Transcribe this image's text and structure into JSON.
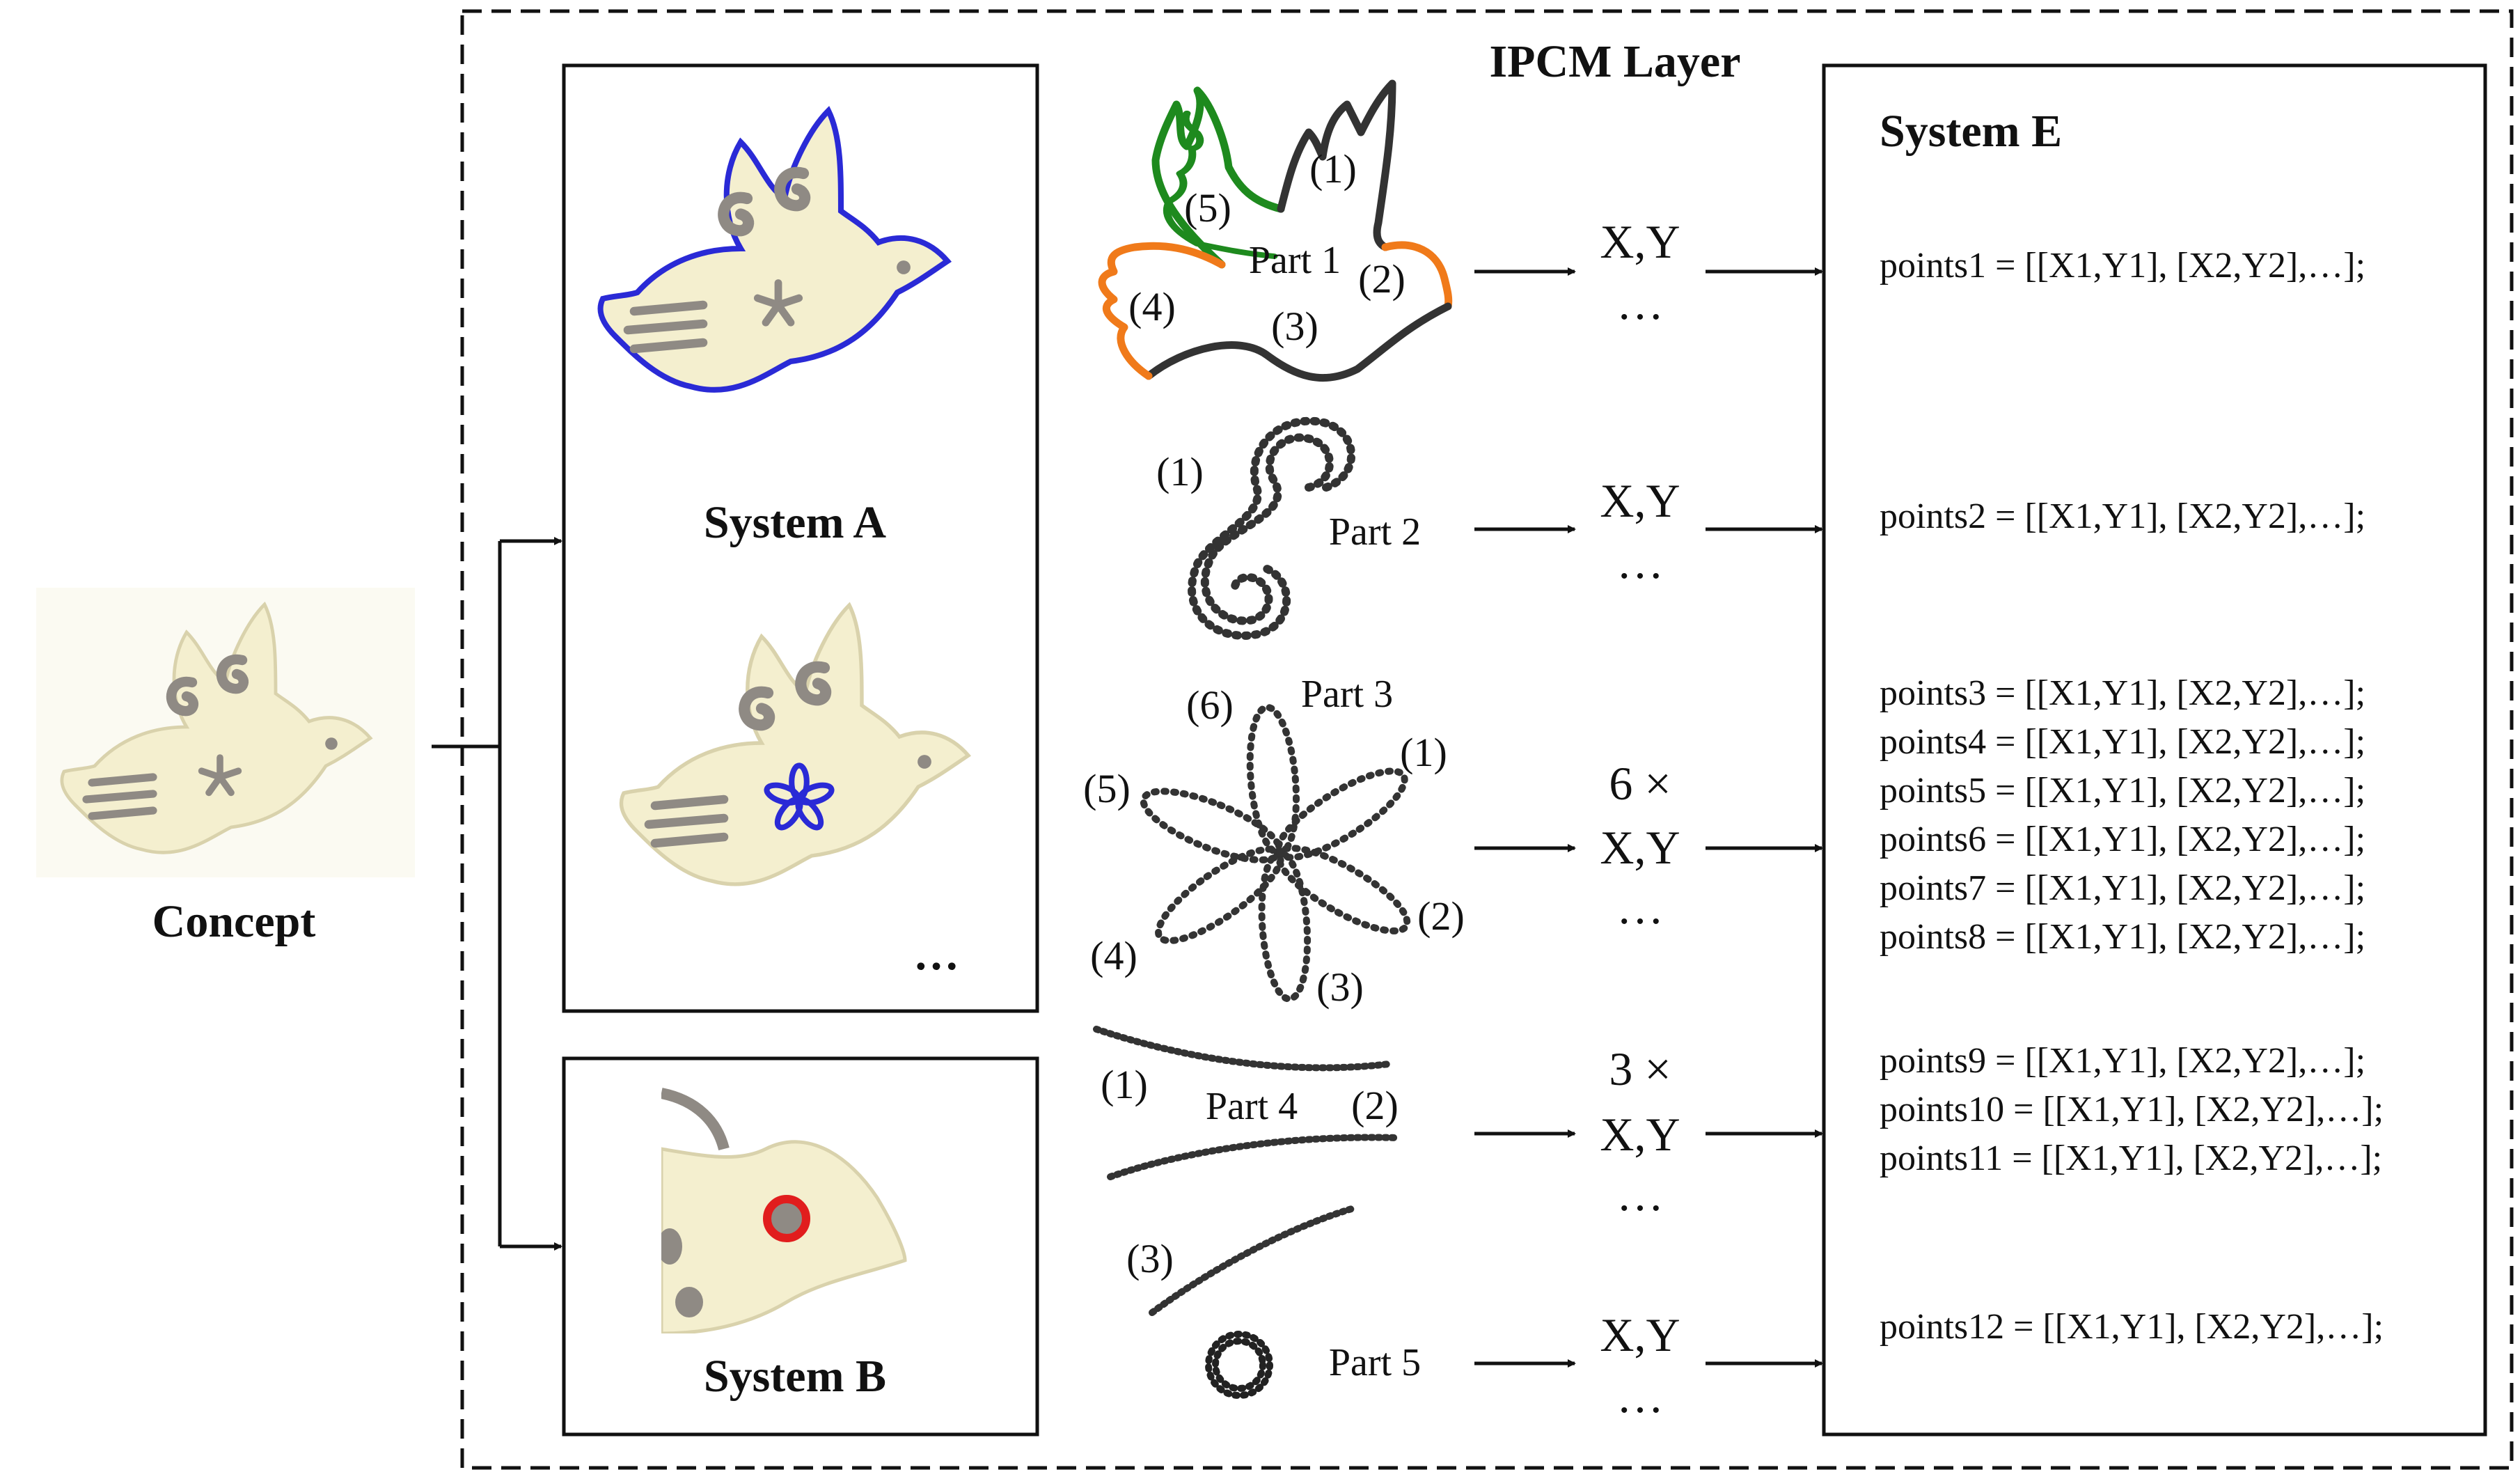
{
  "colors": {
    "bird_fill": "#f4efcf",
    "bird_edge": "#d9d2ac",
    "cutout": "#8f8a84",
    "outline_blue": "#2a2ad6",
    "highlight_red": "#e11d1d",
    "seg_green": "#1e8a1e",
    "seg_orange": "#f07a1a",
    "seg_dark": "#333333"
  },
  "icons": {
    "concept_image": "dove-icon",
    "system_a_top": "dove-outline-highlight-icon",
    "system_a_bottom": "dove-flower-highlight-icon",
    "system_b": "dove-eye-highlight-icon"
  },
  "concept": {
    "label": "Concept"
  },
  "ipcm": {
    "title": "IPCM Layer"
  },
  "system_a": {
    "label": "System A",
    "more": "…"
  },
  "system_b": {
    "label": "System B"
  },
  "system_e": {
    "label": "System E",
    "groups": [
      {
        "lines": [
          "points1 = [[X1,Y1], [X2,Y2],…];"
        ]
      },
      {
        "lines": [
          "points2 = [[X1,Y1], [X2,Y2],…];"
        ]
      },
      {
        "lines": [
          "points3 = [[X1,Y1], [X2,Y2],…];",
          "points4 = [[X1,Y1], [X2,Y2],…];",
          "points5 = [[X1,Y1], [X2,Y2],…];",
          "points6 = [[X1,Y1], [X2,Y2],…];",
          "points7 = [[X1,Y1], [X2,Y2],…];",
          "points8 = [[X1,Y1], [X2,Y2],…];"
        ]
      },
      {
        "lines": [
          "points9 = [[X1,Y1], [X2,Y2],…];",
          "points10 = [[X1,Y1], [X2,Y2],…];",
          "points11 = [[X1,Y1], [X2,Y2],…];"
        ]
      },
      {
        "lines": [
          "points12 = [[X1,Y1], [X2,Y2],…];"
        ]
      }
    ]
  },
  "parts": [
    {
      "name": "Part 1",
      "segments": [
        "(1)",
        "(2)",
        "(3)",
        "(4)",
        "(5)"
      ],
      "multiplier": "",
      "xy": "X,Y",
      "dots": "…"
    },
    {
      "name": "Part 2",
      "segments": [
        "(1)"
      ],
      "multiplier": "",
      "xy": "X,Y",
      "dots": "…"
    },
    {
      "name": "Part 3",
      "segments": [
        "(1)",
        "(2)",
        "(3)",
        "(4)",
        "(5)",
        "(6)"
      ],
      "multiplier": "6  ×",
      "xy": "X,Y",
      "dots": "…"
    },
    {
      "name": "Part 4",
      "segments": [
        "(1)",
        "(2)",
        "(3)"
      ],
      "multiplier": "3  ×",
      "xy": "X,Y",
      "dots": "…"
    },
    {
      "name": "Part 5",
      "segments": [],
      "multiplier": "",
      "xy": "X,Y",
      "dots": "…"
    }
  ]
}
